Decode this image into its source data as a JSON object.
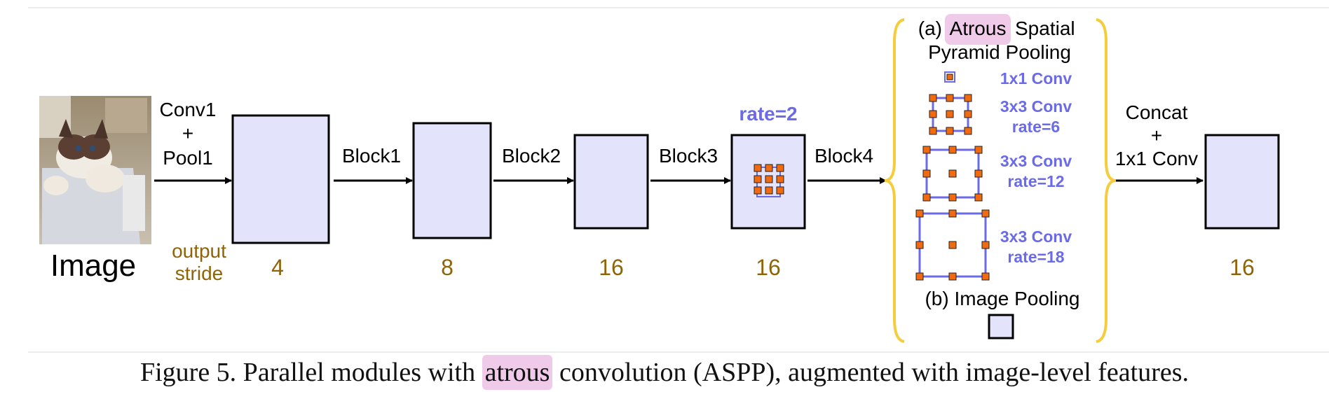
{
  "diagram": {
    "input": {
      "label": "Image"
    },
    "stride_label": {
      "line1": "output",
      "line2": "stride"
    },
    "edges": {
      "conv1": {
        "line1": "Conv1",
        "line2": "+",
        "line3": "Pool1"
      },
      "block1": "Block1",
      "block2": "Block2",
      "block3": "Block3",
      "block4": "Block4",
      "concat": {
        "line1": "Concat",
        "line2": "+",
        "line3": "1x1 Conv"
      }
    },
    "strides": [
      "4",
      "8",
      "16",
      "16",
      "16"
    ],
    "block4_rate": "rate=2",
    "aspp": {
      "title_prefix": "(a)",
      "title_highlight": "Atrous",
      "title_suffix": "Spatial",
      "title_line2": "Pyramid Pooling",
      "branches": [
        {
          "line1": "1x1 Conv",
          "line2": ""
        },
        {
          "line1": "3x3 Conv",
          "line2": "rate=6"
        },
        {
          "line1": "3x3 Conv",
          "line2": "rate=12"
        },
        {
          "line1": "3x3 Conv",
          "line2": "rate=18"
        }
      ],
      "image_pooling": "(b) Image Pooling"
    },
    "caption": {
      "before": "Figure 5. Parallel modules with ",
      "highlight": "atrous",
      "after": " convolution (ASPP), augmented with image-level features."
    }
  },
  "colors": {
    "feature_fill": "#e3e3fb",
    "stride_text": "#8f6408",
    "branch_text": "#6b6bea",
    "filter_dot": "#f26a0f",
    "brace": "#f5cc3c",
    "highlight": "#efcbe9"
  }
}
